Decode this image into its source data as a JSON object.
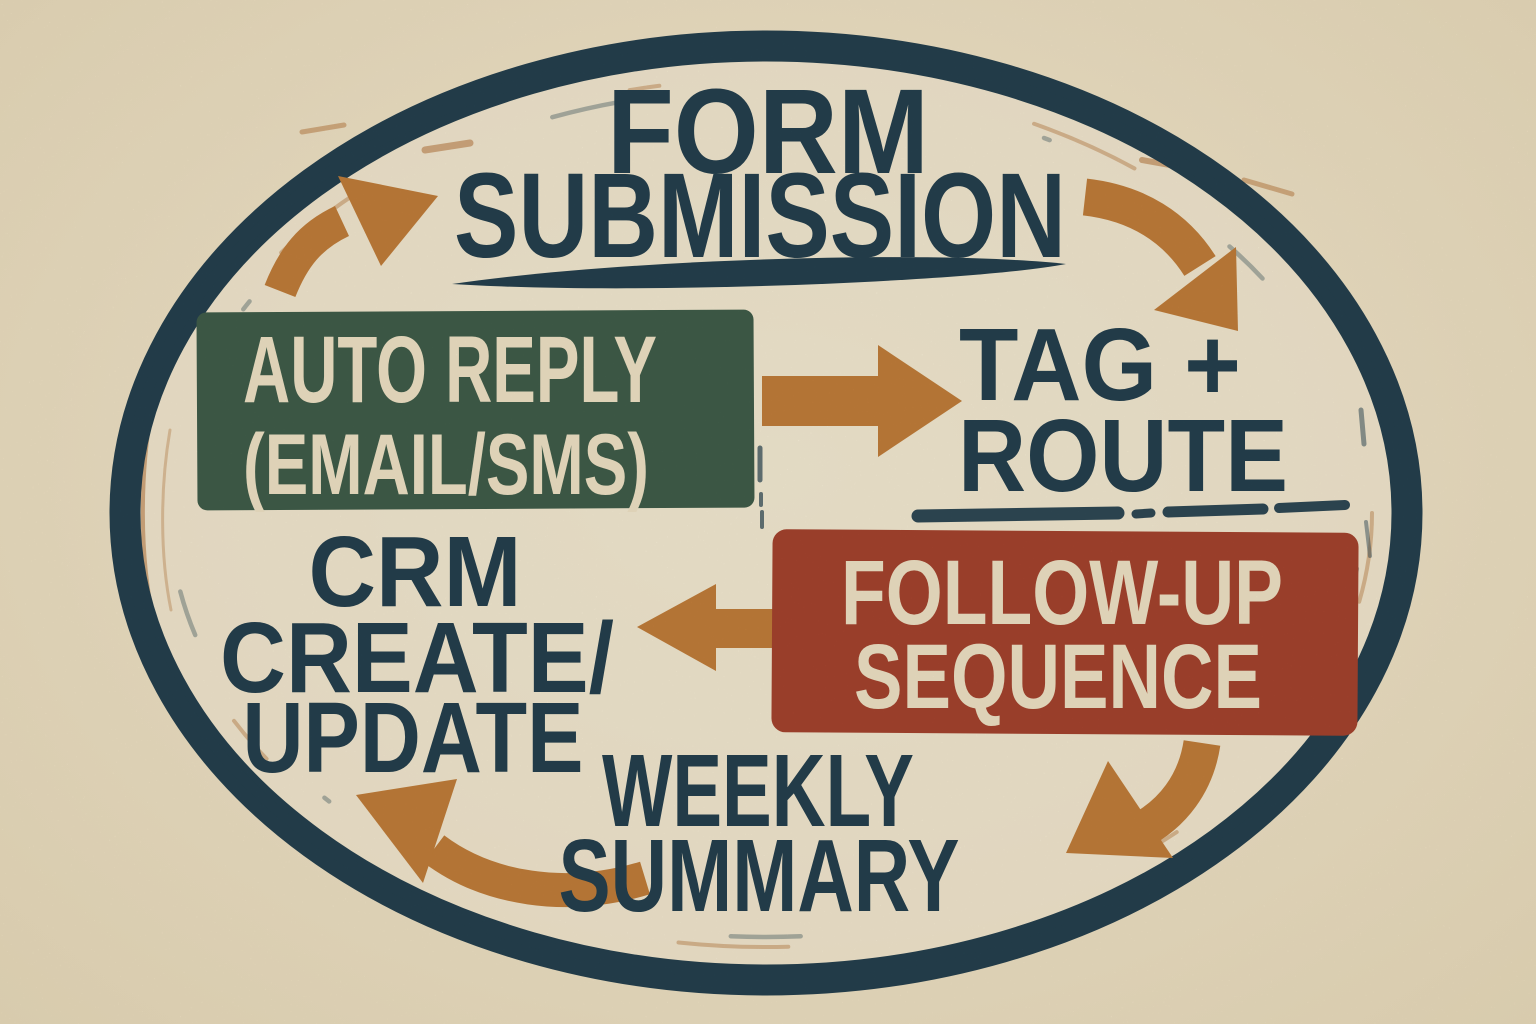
{
  "palette": {
    "paper": "#eee3c8",
    "paper_inner": "#f4edd8",
    "ink_navy": "#24404f",
    "arrow_orange": "#c07d3a",
    "box_green": "#3f5d4a",
    "box_red": "#a4432e",
    "text_cream": "#eee3c8"
  },
  "nodes": {
    "form_submission": {
      "line1": "FORM",
      "line2": "SUBMISSION"
    },
    "auto_reply": {
      "line1": "AUTO REPLY",
      "line2": "(EMAIL/SMS)"
    },
    "tag_route": {
      "line1": "TAG +",
      "line2": "ROUTE"
    },
    "follow_up": {
      "line1": "FOLLOW-UP",
      "line2": "SEQUENCE"
    },
    "crm": {
      "line1": "CRM",
      "line2": "CREATE/",
      "line3": "UPDATE"
    },
    "weekly_summary": {
      "line1": "WEEKLY",
      "line2": "SUMMARY"
    }
  },
  "arrows": [
    {
      "id": "top-left",
      "direction": "up-right"
    },
    {
      "id": "top-right",
      "direction": "down-right"
    },
    {
      "id": "middle",
      "direction": "right"
    },
    {
      "id": "middle-return",
      "direction": "left"
    },
    {
      "id": "bottom-right",
      "direction": "down-left"
    },
    {
      "id": "bottom-left",
      "direction": "up-left"
    }
  ]
}
